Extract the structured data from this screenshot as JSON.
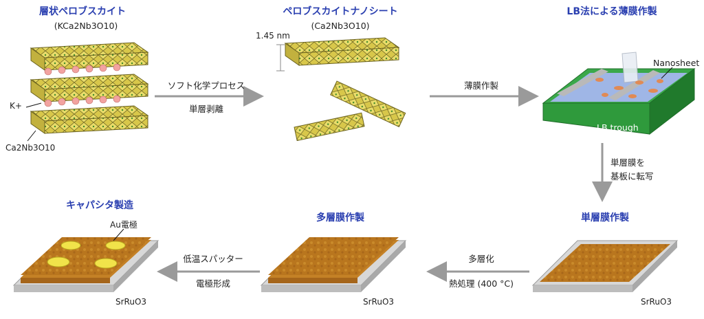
{
  "steps": {
    "layered_perovskite": {
      "title": "層状ペロブスカイト",
      "formula": "(KCa2Nb3O10)",
      "label_k": "K+",
      "label_layer": "Ca2Nb3O10"
    },
    "nanosheet": {
      "title": "ペロブスカイトナノシート",
      "formula": "(Ca2Nb3O10)",
      "thickness": "1.45 nm"
    },
    "lb_film": {
      "title": "LB法による薄膜作製",
      "nanosheet_label": "Nanosheet",
      "trough_label": "LB trough"
    },
    "monolayer": {
      "title": "単層膜作製",
      "substrate": "SrRuO3"
    },
    "multilayer": {
      "title": "多層膜作製",
      "substrate": "SrRuO3"
    },
    "capacitor": {
      "title": "キャパシタ製造",
      "electrode": "Au電極",
      "substrate": "SrRuO3"
    }
  },
  "arrows": {
    "exfoliation": {
      "line1": "ソフト化学プロセス",
      "line2": "単層剥離"
    },
    "film": {
      "line1": "薄膜作製"
    },
    "transfer": {
      "line1": "単層膜を",
      "line2": "基板に転写"
    },
    "multilayer": {
      "line1": "多層化",
      "line2": "熱処理 (400 °C)"
    },
    "sputter": {
      "line1": "低温スパッター",
      "line2": "電極形成"
    }
  }
}
